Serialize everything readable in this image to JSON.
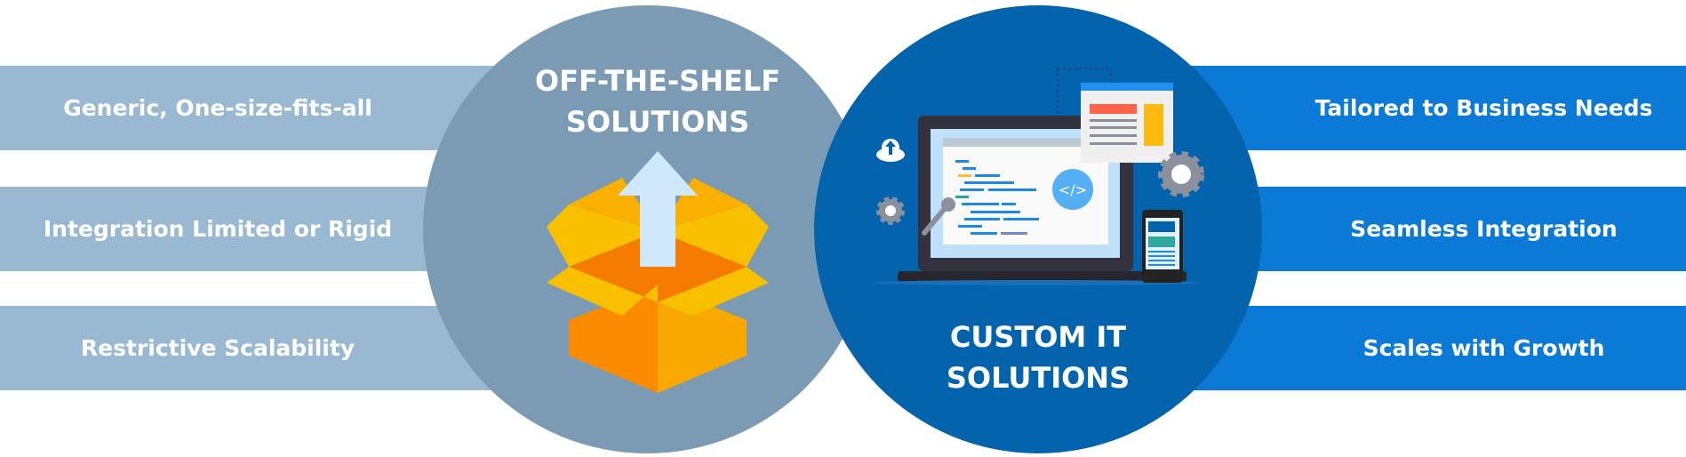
{
  "left": {
    "title_line1": "OFF-THE-SHELF",
    "title_line2": "SOLUTIONS",
    "items": [
      "Generic, One-size-fits-all",
      "Integration Limited or Rigid",
      "Restrictive Scalability"
    ]
  },
  "right": {
    "title_line1": "CUSTOM IT",
    "title_line2": "SOLUTIONS",
    "items": [
      "Tailored to Business Needs",
      "Seamless Integration",
      "Scales with Growth"
    ]
  },
  "code_icon": "</>",
  "colors": {
    "left_circle": "#7a9bb3",
    "right_circle": "#0363ad",
    "left_bar": "#98b9d1",
    "right_bar": "#0a7ad6"
  }
}
